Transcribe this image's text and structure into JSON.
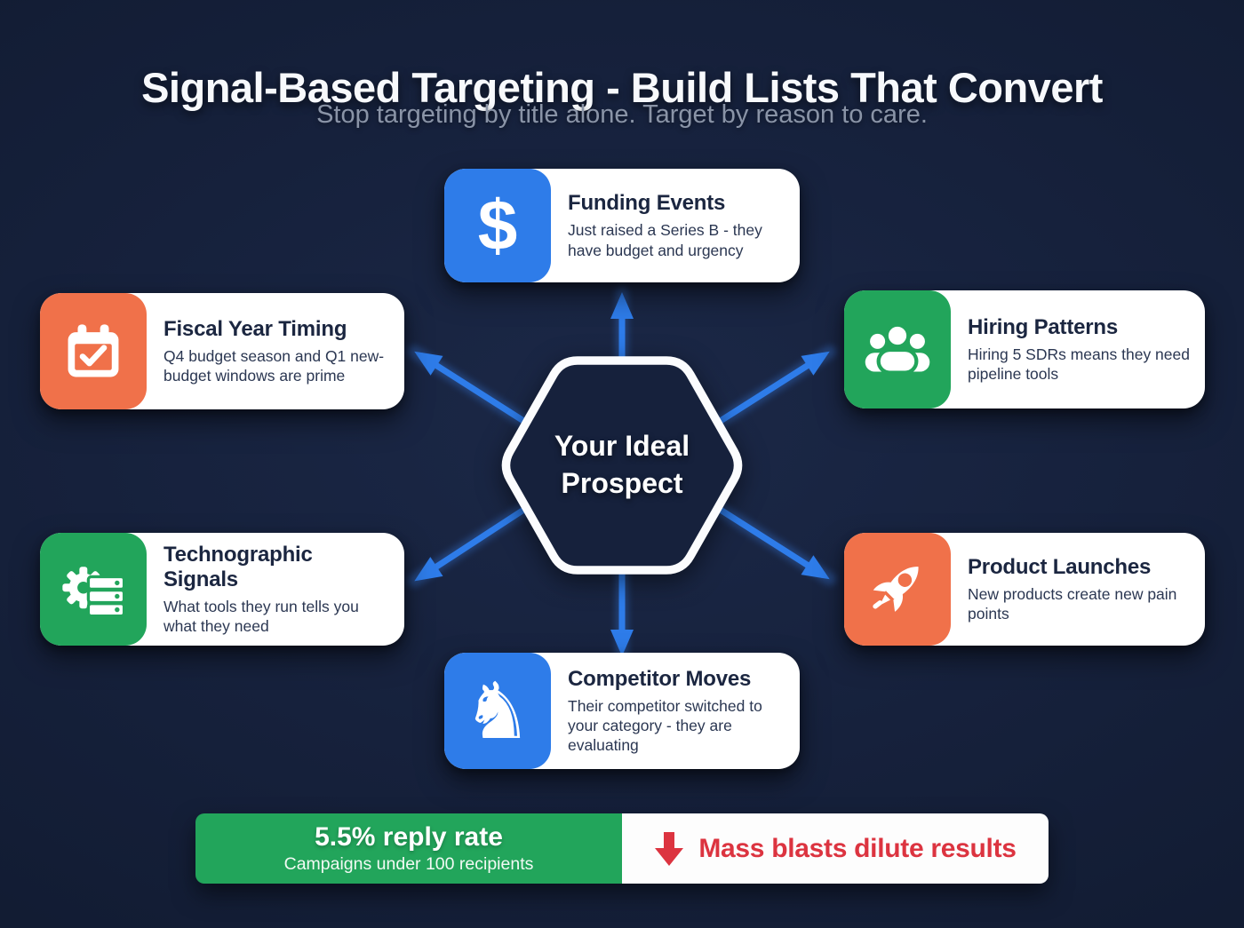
{
  "page": {
    "title": "Signal-Based Targeting - Build Lists That Convert",
    "subtitle": "Stop targeting by title alone. Target by reason to care."
  },
  "center": {
    "label": "Your Ideal Prospect"
  },
  "cards": [
    {
      "title": "Funding Events",
      "desc": "Just raised a Series B - they have budget and urgency",
      "icon": "dollar-icon",
      "color": "#2e7ce9"
    },
    {
      "title": "Fiscal Year Timing",
      "desc": "Q4 budget season and Q1 new-budget windows are prime",
      "icon": "calendar-check-icon",
      "color": "#f0714a"
    },
    {
      "title": "Hiring Patterns",
      "desc": "Hiring 5 SDRs means they need pipeline tools",
      "icon": "people-group-icon",
      "color": "#22a55b"
    },
    {
      "title": "Technographic Signals",
      "desc": "What tools they run tells you what they need",
      "icon": "gear-server-icon",
      "color": "#22a55b"
    },
    {
      "title": "Product Launches",
      "desc": "New products create new pain points",
      "icon": "rocket-icon",
      "color": "#f0714a"
    },
    {
      "title": "Competitor Moves",
      "desc": "Their competitor switched to your category - they are evaluating",
      "icon": "knight-icon",
      "color": "#2e7ce9"
    }
  ],
  "footer": {
    "stat_value": "5.5% reply rate",
    "stat_caption": "Campaigns under 100 recipients",
    "stat_color": "#22a55b",
    "warning": "Mass blasts dilute results",
    "warning_color": "#dc3440"
  },
  "colors": {
    "background": "#16213c",
    "arrow": "#2e7ce9",
    "hexagon_stroke": "#fbfcfe"
  }
}
